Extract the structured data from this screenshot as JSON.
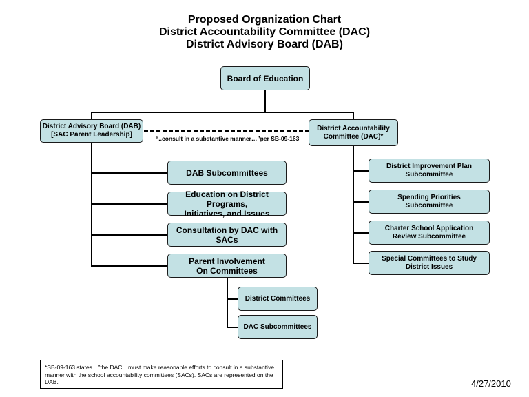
{
  "title": {
    "line1": "Proposed Organization Chart",
    "line2": "District Accountability Committee (DAC)",
    "line3": "District Advisory Board (DAB)"
  },
  "nodes": {
    "board": "Board of Education",
    "dab": "District Advisory Board (DAB)\n[SAC Parent Leadership]",
    "dac": "District Accountability\nCommittee (DAC)*",
    "dab_subcommittees": "DAB Subcommittees",
    "education": "Education on District Programs,\nInitiatives,  and Issues",
    "consultation": "Consultation by DAC with SACs",
    "parent_involvement": "Parent Involvement\nOn Committees",
    "district_committees": "District Committees",
    "dac_subcommittees": "DAC Subcommittees",
    "dip": "District Improvement Plan\nSubcommittee",
    "spending": "Spending Priorities\nSubcommittee",
    "charter": "Charter School Application\nReview Subcommittee",
    "special": "Special Committees to Study\nDistrict Issues"
  },
  "annotation": "“..consult in a substantive manner…”per SB-09-163",
  "footnote": "*SB-09-163 states…”the DAC…must make reasonable efforts to consult in a substantive manner with the school accountability committees (SACs).  SACs are represented on the DAB.",
  "date": "4/27/2010",
  "colors": {
    "box_fill": "#c3e1e4",
    "line": "#000000"
  }
}
